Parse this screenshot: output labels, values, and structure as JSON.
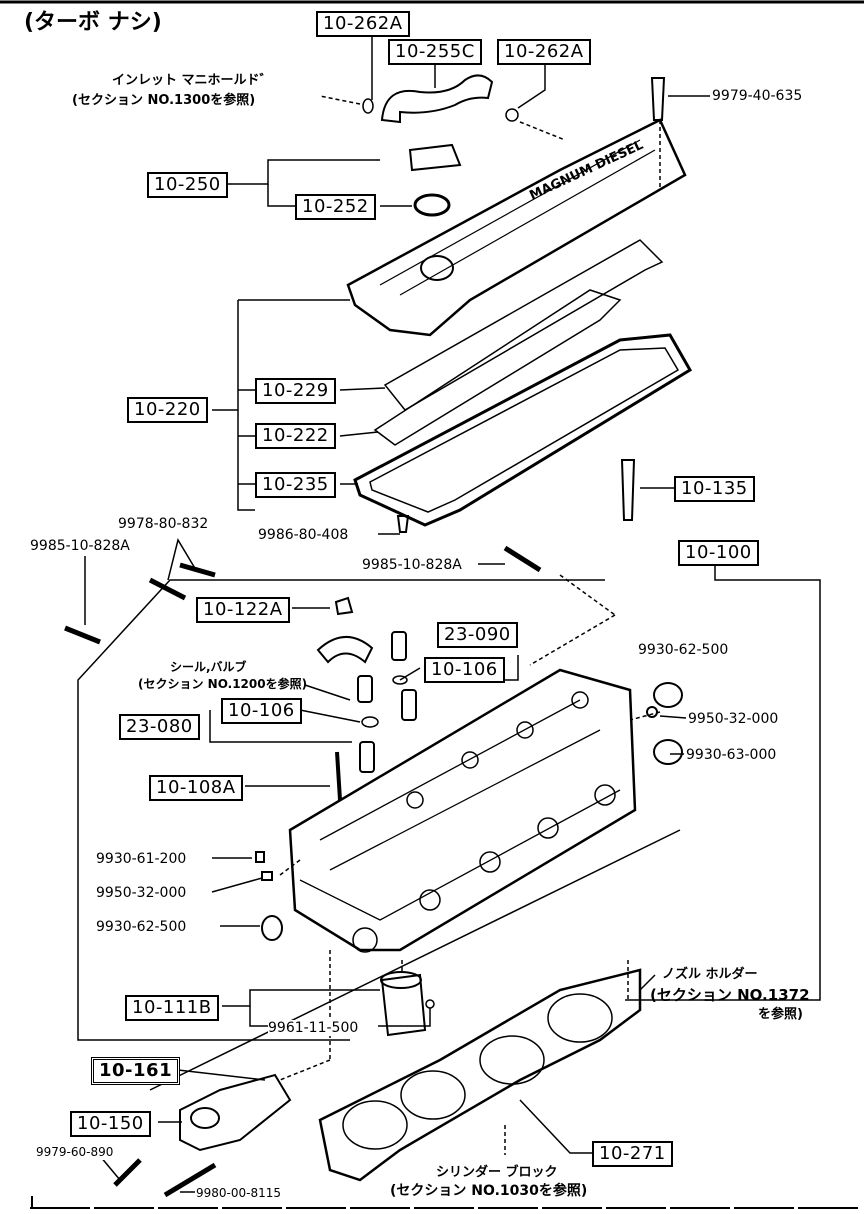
{
  "title": "(ターボ ナシ)",
  "boxed_parts": {
    "p10_262A_a": "10-262A",
    "p10_255C": "10-255C",
    "p10_262A_b": "10-262A",
    "p10_250": "10-250",
    "p10_252": "10-252",
    "p10_229": "10-229",
    "p10_220": "10-220",
    "p10_222": "10-222",
    "p10_235": "10-235",
    "p10_135": "10-135",
    "p10_100": "10-100",
    "p10_122A": "10-122A",
    "p23_090": "23-090",
    "p10_106_a": "10-106",
    "p10_106_b": "10-106",
    "p23_080": "23-080",
    "p10_108A": "10-108A",
    "p10_111B": "10-111B",
    "p10_161": "10-161",
    "p10_150": "10-150",
    "p10_271": "10-271"
  },
  "part_numbers": {
    "n9979_40_635": "9979-40-635",
    "n9978_80_832": "9978-80-832",
    "n9985_10_828A_a": "9985-10-828A",
    "n9986_80_408": "9986-80-408",
    "n9985_10_828A_b": "9985-10-828A",
    "n9930_62_500_a": "9930-62-500",
    "n9950_32_000_a": "9950-32-000",
    "n9930_63_000": "9930-63-000",
    "n9930_61_200": "9930-61-200",
    "n9950_32_000_b": "9950-32-000",
    "n9930_62_500_b": "9930-62-500",
    "n9961_11_500": "9961-11-500",
    "n9979_60_890": "9979-60-890",
    "n9980_00_8115": "9980-00-8115"
  },
  "notes": {
    "inlet_l1": "インレット マニホールド゛",
    "inlet_l2": "(セクション NO.1300を参照)",
    "seal_l1": "シール,バルブ",
    "seal_l2": "(セクション NO.1200を参照)",
    "nozzle_l1": "ノズル ホルダー",
    "nozzle_l2": "(セクション NO.1372",
    "nozzle_l3": "を参照)",
    "block_l1": "シリンダー ブロック",
    "block_l2": "(セクション NO.1030を参照)"
  },
  "cover_text": "MAGNUM DIESEL"
}
